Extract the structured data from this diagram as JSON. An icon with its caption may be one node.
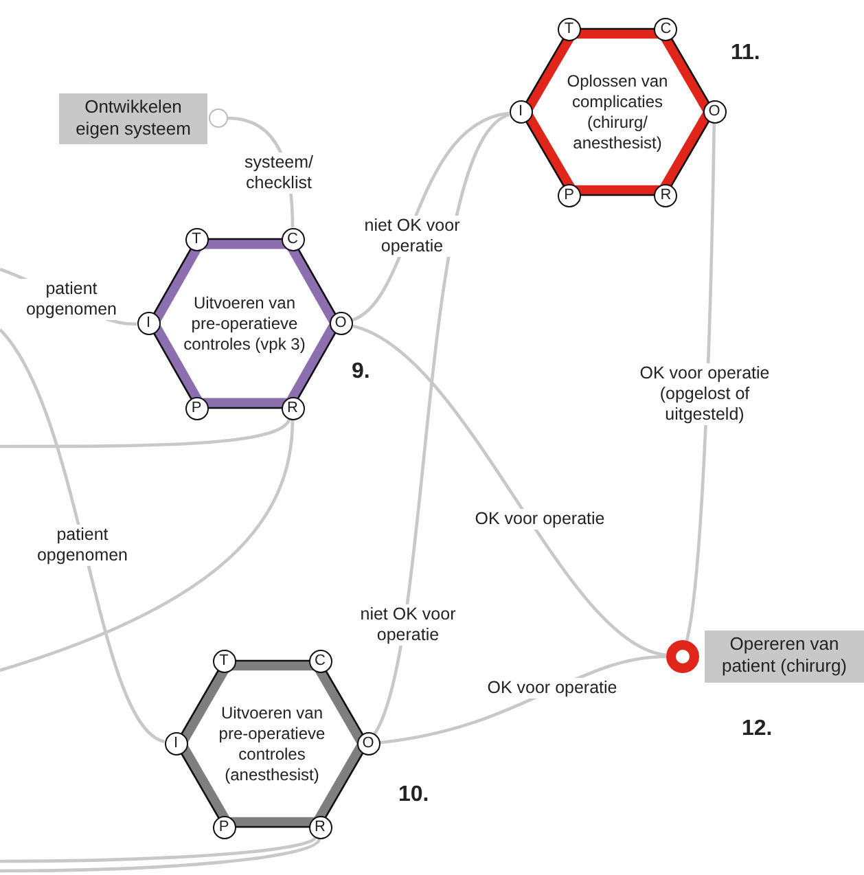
{
  "diagram": {
    "nodes": [
      {
        "text": [
          "Oplossen van complicaties (chirurg/ anesthesist)"
        ],
        "beside": [
          "11."
        ]
      },
      {
        "text": [
          "T"
        ]
      },
      {
        "text": [
          "C"
        ]
      },
      {
        "text": [
          "I"
        ]
      },
      {
        "text": [
          "O"
        ]
      },
      {
        "text": [
          "P"
        ]
      },
      {
        "text": [
          "R"
        ]
      },
      {
        "text": [
          "Ontwikkelen eigen systeem"
        ]
      },
      {
        "text": [
          "Uitvoeren van pre-operatieve controles (vpk 3)"
        ],
        "beside": [
          "9."
        ]
      },
      {
        "text": [
          "T"
        ]
      },
      {
        "text": [
          "C"
        ]
      },
      {
        "text": [
          "I"
        ]
      },
      {
        "text": [
          "O"
        ]
      },
      {
        "text": [
          "P"
        ]
      },
      {
        "text": [
          "R"
        ]
      },
      {
        "text": [
          "Uitvoeren van pre-operatieve controles (anesthesist)"
        ],
        "beside": [
          "10."
        ]
      },
      {
        "text": [
          "T"
        ]
      },
      {
        "text": [
          "C"
        ]
      },
      {
        "text": [
          "I"
        ]
      },
      {
        "text": [
          "O"
        ]
      },
      {
        "text": [
          "P"
        ]
      },
      {
        "text": [
          "R"
        ]
      },
      {
        "text": [
          "Opereren van patient (chirurg)"
        ],
        "beside": [
          "12."
        ]
      }
    ],
    "edges": [
      {
        "from": 7,
        "to": 10,
        "arrow": "none",
        "label": "systeem/ checklist"
      },
      {
        "from": null,
        "to": 11,
        "arrow": "none",
        "label": "patient opgenomen"
      },
      {
        "from": 12,
        "to": 3,
        "arrow": "none",
        "label": "niet OK voor operatie"
      },
      {
        "from": 12,
        "to": 22,
        "arrow": "none",
        "label": "OK voor operatie"
      },
      {
        "from": 4,
        "to": 22,
        "arrow": "none",
        "label": "OK voor operatie (opgelost of uitgesteld)"
      },
      {
        "from": null,
        "to": 14,
        "arrow": "none"
      },
      {
        "from": null,
        "to": 14,
        "arrow": "none"
      },
      {
        "from": null,
        "to": 18,
        "arrow": "none",
        "label": "patient opgenomen"
      },
      {
        "from": 19,
        "to": 3,
        "arrow": "none",
        "label": "niet OK voor operatie"
      },
      {
        "from": 19,
        "to": 22,
        "arrow": "none",
        "label": "OK voor operatie"
      },
      {
        "from": null,
        "to": 21,
        "arrow": "none"
      },
      {
        "from": null,
        "to": 21,
        "arrow": "none"
      }
    ]
  }
}
